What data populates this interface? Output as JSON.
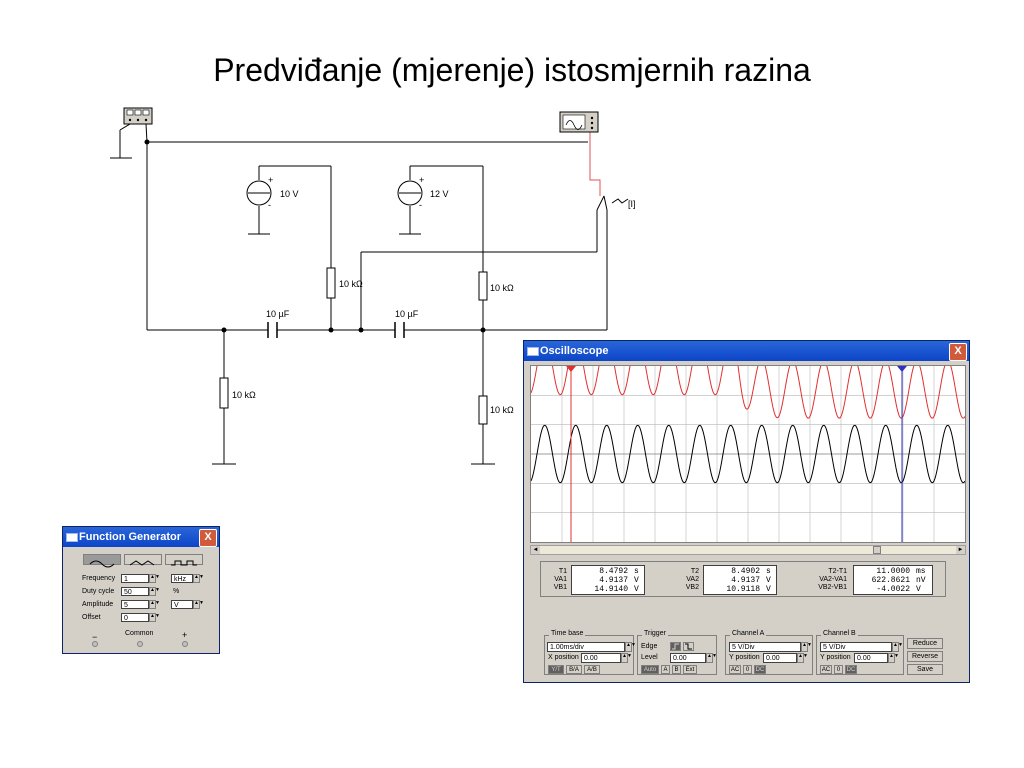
{
  "slide": {
    "title": "Predviđanje (mjerenje) istosmjernih razina"
  },
  "circuit": {
    "sources": [
      {
        "label": "10 V"
      },
      {
        "label": "12 V"
      }
    ],
    "resistor_top_left": "10 kΩ",
    "resistor_top_right": "10 kΩ",
    "resistor_bottom_left": "10 kΩ",
    "resistor_bottom_right": "10 kΩ",
    "cap_left": "10 µF",
    "cap_right": "10 µF",
    "switch_label": "[I]",
    "plus": "+",
    "minus": "-"
  },
  "function_generator": {
    "title": "Function Generator",
    "close": "X",
    "waveforms": [
      "sine-wave",
      "triangle-wave",
      "square-wave"
    ],
    "selected_waveform": "sine-wave",
    "frequency": {
      "label": "Frequency",
      "value": "1",
      "unit": "kHz"
    },
    "duty_cycle": {
      "label": "Duty cycle",
      "value": "50",
      "unit": "%"
    },
    "amplitude": {
      "label": "Amplitude",
      "value": "5",
      "unit": "V"
    },
    "offset": {
      "label": "Offset",
      "value": "0"
    },
    "terminals": {
      "minus": "−",
      "common": "Common",
      "plus": "+"
    }
  },
  "oscilloscope": {
    "title": "Oscilloscope",
    "close": "X",
    "readout": {
      "t1": {
        "label": "T1",
        "value": "8.4792",
        "unit": "s"
      },
      "va1": {
        "label": "VA1",
        "value": "4.9137",
        "unit": "V"
      },
      "vb1": {
        "label": "VB1",
        "value": "14.9140",
        "unit": "V"
      },
      "t2": {
        "label": "T2",
        "value": "8.4902",
        "unit": "s"
      },
      "va2": {
        "label": "VA2",
        "value": "4.9137",
        "unit": "V"
      },
      "vb2": {
        "label": "VB2",
        "value": "10.9118",
        "unit": "V"
      },
      "dt": {
        "label": "T2-T1",
        "value": "11.0000",
        "unit": "ms"
      },
      "dva": {
        "label": "VA2-VA1",
        "value": "622.8621",
        "unit": "nV"
      },
      "dvb": {
        "label": "VB2-VB1",
        "value": "-4.0022",
        "unit": "V"
      }
    },
    "timebase": {
      "title": "Time base",
      "value": "1.00ms/div",
      "xpos_label": "X position",
      "xpos_value": "0.00",
      "modes": [
        "Y/T",
        "B/A",
        "A/B"
      ],
      "active_mode": "Y/T"
    },
    "trigger": {
      "title": "Trigger",
      "edge_label": "Edge",
      "level_label": "Level",
      "level_value": "0.00",
      "sources": [
        "Auto",
        "A",
        "B",
        "Ext"
      ]
    },
    "channel_a": {
      "title": "Channel A",
      "value": "5 V/Div",
      "ypos_label": "Y position",
      "ypos_value": "0.00",
      "coupling": [
        "AC",
        "0",
        "DC"
      ],
      "active": "DC"
    },
    "channel_b": {
      "title": "Channel B",
      "value": "5 V/Div",
      "ypos_label": "Y position",
      "ypos_value": "0.00",
      "coupling": [
        "AC",
        "0",
        "DC"
      ],
      "active": "DC"
    },
    "buttons": {
      "reduce": "Reduce",
      "reverse": "Reverse",
      "save": "Save"
    },
    "colors": {
      "trace_a": "#000000",
      "trace_b": "#e03030",
      "cursor1": "#e03030",
      "cursor2": "#3030c0"
    }
  }
}
